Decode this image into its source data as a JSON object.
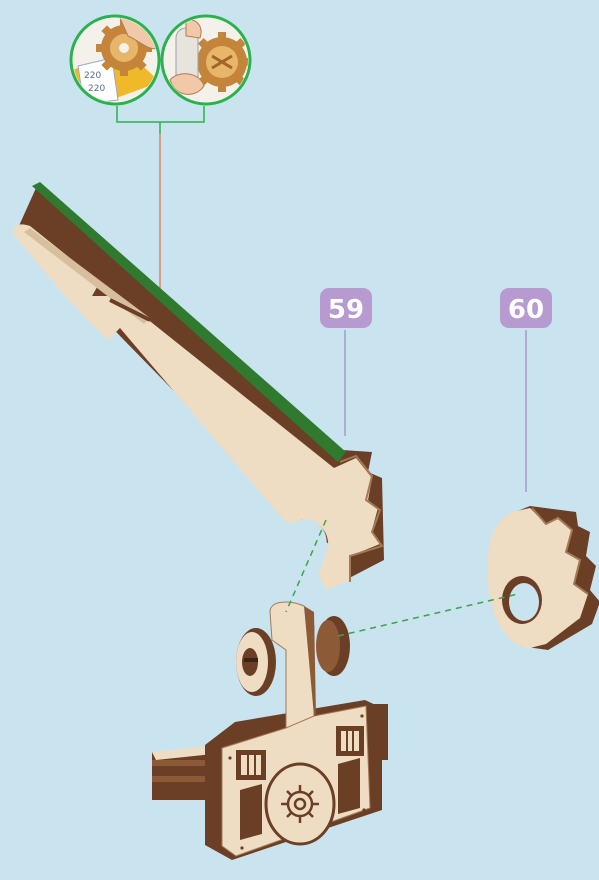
{
  "parts": [
    {
      "number": "59",
      "color": "#b79ad0"
    },
    {
      "number": "60",
      "color": "#b79ad0"
    }
  ],
  "hint_numbers": [
    "220",
    "220"
  ],
  "colors": {
    "background": "#c9e3ef",
    "wood_light": "#eeddc3",
    "wood_dark": "#6b3f26",
    "glue_green": "#2f7a2f",
    "guide_line": "#3aa54a",
    "callout_line": "#e0703a"
  }
}
